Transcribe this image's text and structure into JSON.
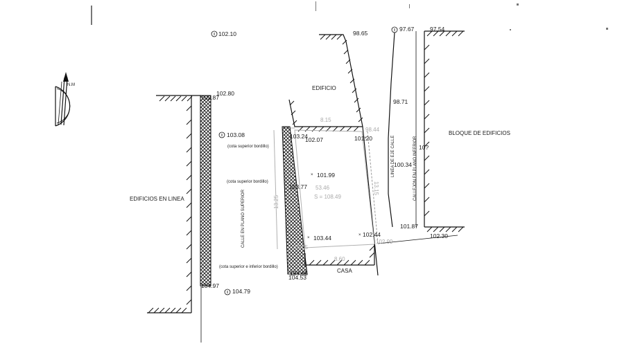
{
  "elevations": {
    "e1": "102.10",
    "e2": "98.65",
    "e3": "97.67",
    "e4": "97.54",
    "e5": "102.80",
    "e6": "102.87",
    "e7": "103.08",
    "e8": "103.24",
    "e9": "102.07",
    "e10": "98.44",
    "e11": "101.20",
    "e12": "98.71",
    "e13": "100.34",
    "e14": "101.99",
    "e15": "103.77",
    "e16": "103.44",
    "e17": "102.44",
    "e18": "101.87",
    "e19": "102.30",
    "e20": "104.65",
    "e21": "104.53",
    "e22": "104.97",
    "e23": "104.79",
    "e24": "104.5",
    "e25": "102.99",
    "e26": "10?"
  },
  "labels": {
    "edificio": "EDIFICIO",
    "bloque": "BLOQUE DE EDIFICIOS",
    "edificios_linea": "EDIFICIOS EN LINEA",
    "casa": "CASA",
    "calle_plano_superior": "CALLE EN PLANO SUPERIOR",
    "linea_eje_calle": "LINEA DE EJE CALLE",
    "callejon": "CALLEJON EN PLANO INFERIOR",
    "cota_sup_1": "(cota superior bordillo)",
    "cota_sup_2": "(cota superior bordillo)",
    "cota_sup_inf": "(cota superior e inferior bordillo)",
    "north": "N.M"
  },
  "dimensions": {
    "d_top": "8.15",
    "d_left": "13.25",
    "d_right": "13.15",
    "d_bottom": "8.60"
  },
  "faint_text": {
    "area": "53.46",
    "area_sub": "S = 108.49"
  }
}
